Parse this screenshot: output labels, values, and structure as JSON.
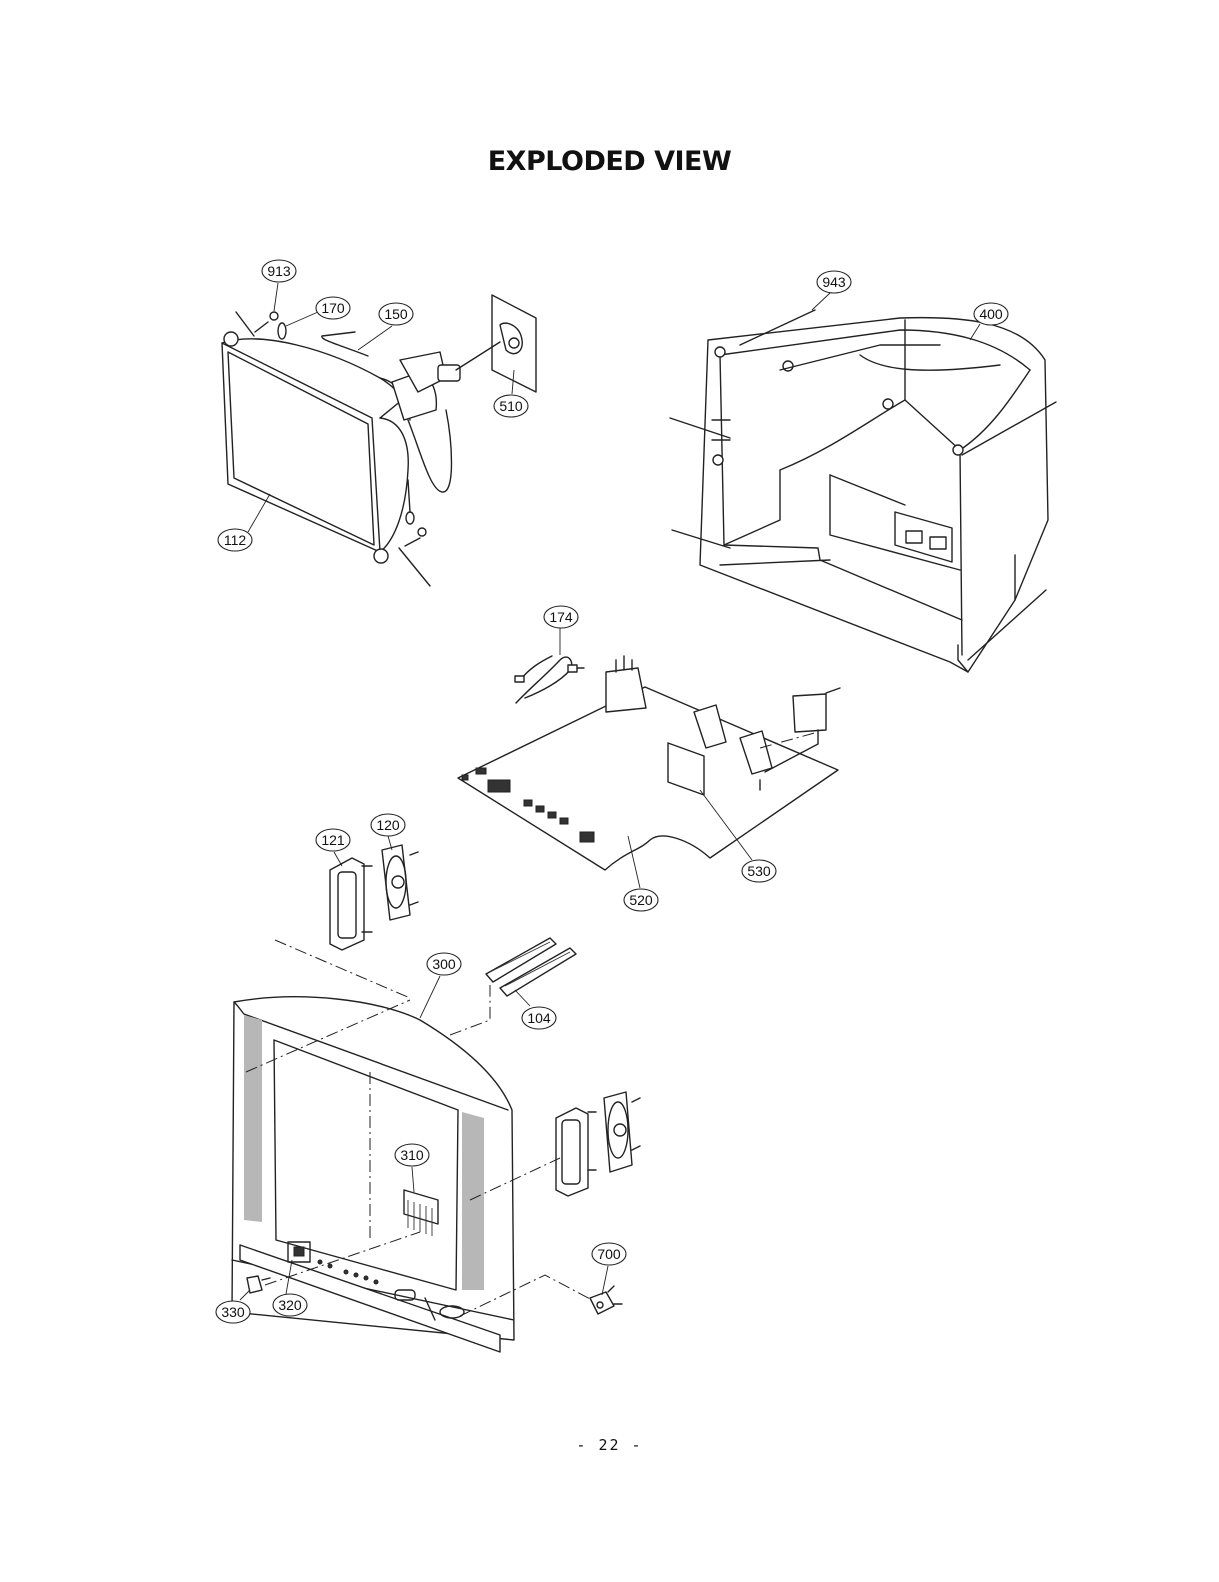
{
  "page": {
    "title": "EXPLODED VIEW",
    "page_number": "- 22 -"
  },
  "callouts": [
    {
      "id": "913"
    },
    {
      "id": "170"
    },
    {
      "id": "150"
    },
    {
      "id": "510"
    },
    {
      "id": "112"
    },
    {
      "id": "943"
    },
    {
      "id": "400"
    },
    {
      "id": "174"
    },
    {
      "id": "121"
    },
    {
      "id": "120"
    },
    {
      "id": "530"
    },
    {
      "id": "520"
    },
    {
      "id": "300"
    },
    {
      "id": "104"
    },
    {
      "id": "310"
    },
    {
      "id": "700"
    },
    {
      "id": "330"
    },
    {
      "id": "320"
    }
  ]
}
